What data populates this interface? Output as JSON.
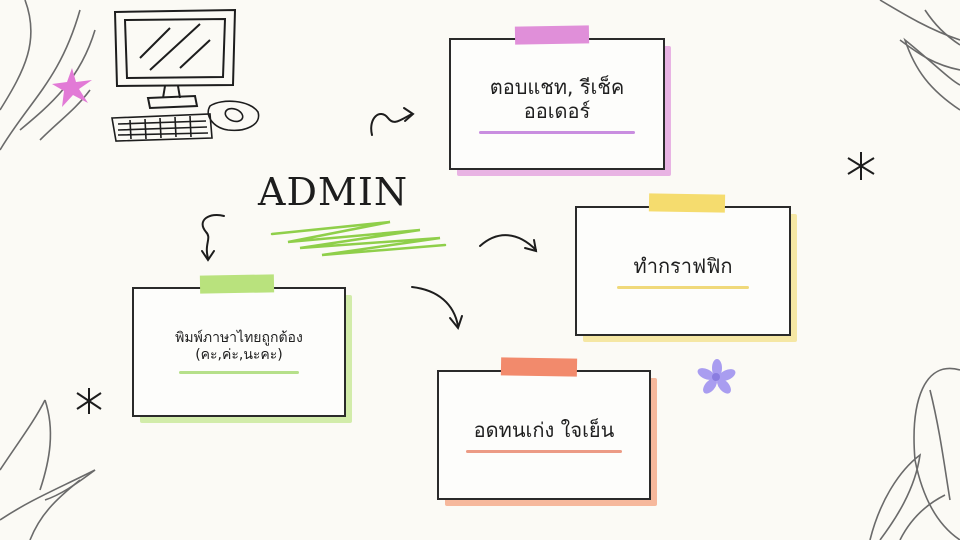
{
  "title": "ADMIN",
  "cards": [
    {
      "id": "chat",
      "text": "ตอบแชท, รีเช็ค\nออเดอร์",
      "tape_color": "#e08fd9",
      "shadow_color": "#e8b3e3",
      "underline_color": "#c98ee0"
    },
    {
      "id": "graphic",
      "text": "ทำกราฟฟิก",
      "tape_color": "#f5dc6e",
      "shadow_color": "#f5e7a4",
      "underline_color": "#f0d97a"
    },
    {
      "id": "typing",
      "text": "พิมพ์ภาษาไทยถูกต้อง\n(คะ,ค่ะ,นะคะ)",
      "tape_color": "#b9e27d",
      "shadow_color": "#d2ecaa",
      "underline_color": "#b6e08a"
    },
    {
      "id": "patience",
      "text": "อดทนเก่ง ใจเย็น",
      "tape_color": "#f28a6c",
      "shadow_color": "#f6b89c",
      "underline_color": "#ec9b85"
    }
  ],
  "colors": {
    "background": "#fbfaf5",
    "scribble": "#8fcf4a",
    "sparkle": "#e27ad6",
    "flower": "#a99df0",
    "ink": "#222222",
    "leaf": "#6a6a6a"
  },
  "icons": [
    "computer-monitor-icon",
    "keyboard-icon",
    "mouse-icon",
    "sparkle-icon",
    "flower-icon",
    "asterisk-icon",
    "curved-arrow-icon",
    "leaf-decoration"
  ]
}
